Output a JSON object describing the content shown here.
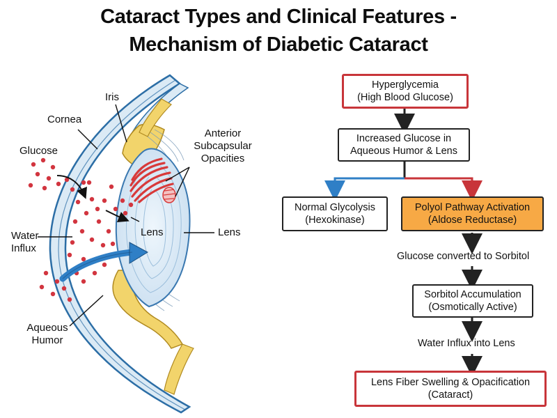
{
  "title": {
    "line1": "Cataract Types and Clinical Features -",
    "line2": "Mechanism of Diabetic Cataract"
  },
  "eye_diagram": {
    "labels": {
      "iris": "Iris",
      "cornea": "Cornea",
      "glucose": "Glucose",
      "anterior_line1": "Anterior",
      "anterior_line2": "Subcapsular",
      "anterior_line3": "Opacities",
      "lens_inner": "Lens",
      "lens_outer": "Lens",
      "water_line1": "Water",
      "water_line2": "Influx",
      "aqueous_line1": "Aqueous",
      "aqueous_line2": "Humor"
    },
    "colors": {
      "cornea": "#dbeaf5",
      "cornea_stroke": "#2c6ea6",
      "iris": "#f2d46b",
      "lens": "#d9eaf6",
      "glucose_dot": "#d2353f",
      "opacity": "#d83a3a",
      "influx_arrow": "#2f7fc6"
    }
  },
  "flowchart": {
    "hyperglycemia": {
      "line1": "Hyperglycemia",
      "line2": "(High Blood Glucose)"
    },
    "increased_glucose": {
      "line1": "Increased Glucose in",
      "line2": "Aqueous Humor & Lens"
    },
    "normal_glycolysis": {
      "line1": "Normal Glycolysis",
      "line2": "(Hexokinase)"
    },
    "polyol": {
      "line1": "Polyol Pathway Activation",
      "line2": "(Aldose Reductase)"
    },
    "step_sorbitol": "Glucose converted to Sorbitol",
    "sorbitol_accumulation": {
      "line1": "Sorbitol Accumulation",
      "line2": "(Osmotically Active)"
    },
    "step_water": "Water Influx into Lens",
    "cataract": {
      "line1": "Lens Fiber Swelling & Opacification",
      "line2": "(Cataract)"
    },
    "colors": {
      "red_border": "#c8353a",
      "blue_branch": "#2f7fc6",
      "red_branch": "#c8353a",
      "orange_fill": "#f7a945"
    }
  }
}
